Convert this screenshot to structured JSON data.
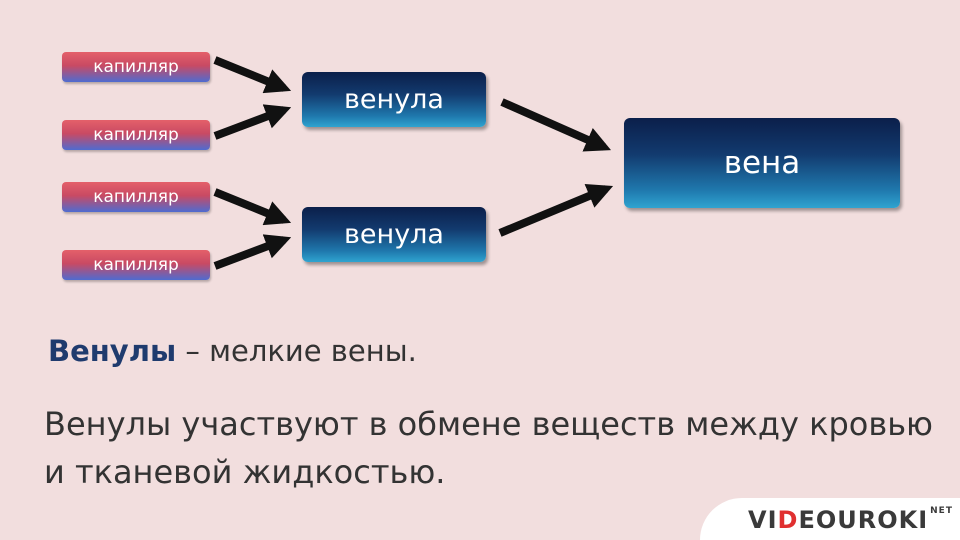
{
  "diagram": {
    "capillaries": [
      "капилляр",
      "капилляр",
      "капилляр",
      "капилляр"
    ],
    "venules": [
      "венула",
      "венула"
    ],
    "vein": "вена"
  },
  "text": {
    "definition_term": "Венулы",
    "definition_rest": " – мелкие вены.",
    "description": "Венулы участвуют в обмене веществ между кровью и тканевой жидкостью."
  },
  "logo": {
    "part1": "VI",
    "part2": "D",
    "part3": "EOUROKI",
    "suffix": "NET"
  },
  "colors": {
    "background": "#f2dede",
    "box_dark": "#0b1f4a",
    "box_light": "#2fa4d0",
    "capillary_red": "#c94a63",
    "capillary_blue": "#4f6bd0",
    "arrow": "#111111"
  }
}
